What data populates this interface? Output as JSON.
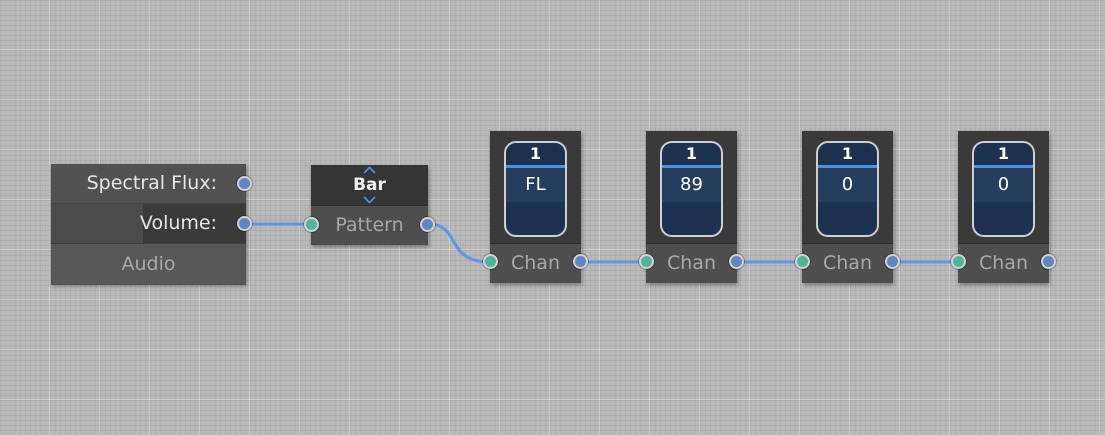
{
  "audio_node": {
    "outputs": [
      "Spectral Flux:",
      "Volume:"
    ],
    "title": "Audio"
  },
  "pattern_node": {
    "value": "Bar",
    "title": "Pattern"
  },
  "channels": [
    {
      "number": "1",
      "value": "FL",
      "title": "Chan"
    },
    {
      "number": "1",
      "value": "89",
      "title": "Chan"
    },
    {
      "number": "1",
      "value": "0",
      "title": "Chan"
    },
    {
      "number": "1",
      "value": "0",
      "title": "Chan"
    }
  ],
  "colors": {
    "wire": "#5c97e8",
    "output_port": "#5e86c2",
    "input_port": "#4db59a",
    "node_header": "#353535",
    "canister_fill": "#1c3250",
    "canister_highlight": "#4d8fe0"
  }
}
